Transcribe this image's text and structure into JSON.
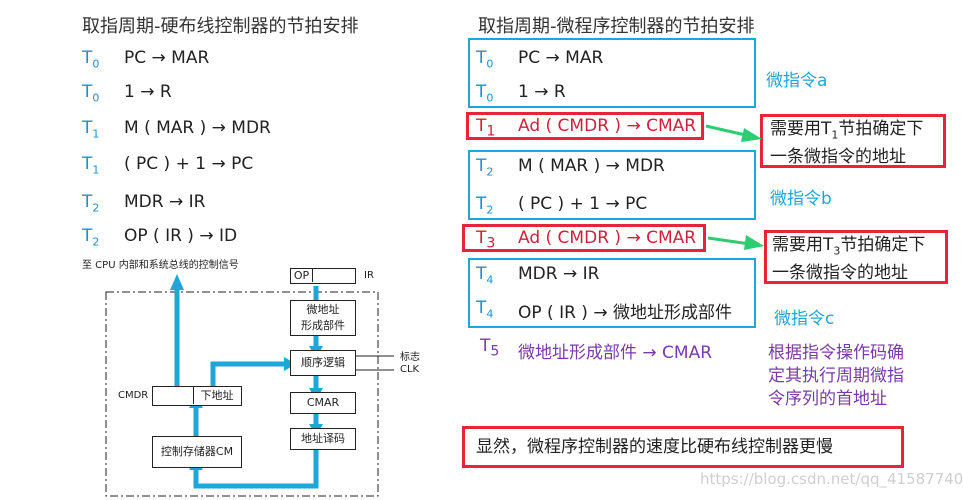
{
  "left": {
    "title": "取指周期-硬布线控制器的节拍安排",
    "rows": [
      {
        "t": "T",
        "sub": "0",
        "op": "PC → MAR"
      },
      {
        "t": "T",
        "sub": "0",
        "op": "1 → R"
      },
      {
        "t": "T",
        "sub": "1",
        "op": "M ( MAR ) → MDR"
      },
      {
        "t": "T",
        "sub": "1",
        "op": "( PC ) + 1 → PC"
      },
      {
        "t": "T",
        "sub": "2",
        "op": "MDR → IR"
      },
      {
        "t": "T",
        "sub": "2",
        "op": "OP ( IR ) → ID"
      }
    ],
    "diagram": {
      "top_label": "至 CPU 内部和系统总线的控制信号",
      "op_label": "OP",
      "ir_label": "IR",
      "micro_addr_gen": [
        "微地址",
        "形成部件"
      ],
      "seq_logic": "顺序逻辑",
      "flag_label": "标志",
      "clk_label": "CLK",
      "cmar_label": "CMAR",
      "addr_decode": "地址译码",
      "cmdr_label": "CMDR",
      "next_addr": "下地址",
      "cm_label": "控制存储器CM"
    }
  },
  "right": {
    "title": "取指周期-微程序控制器的节拍安排",
    "group_a": [
      {
        "t": "T",
        "sub": "0",
        "op": "PC → MAR"
      },
      {
        "t": "T",
        "sub": "0",
        "op": "1 → R"
      }
    ],
    "label_a": "微指令a",
    "red1": {
      "t": "T",
      "sub": "1",
      "op": "Ad ( CMDR ) → CMAR"
    },
    "note1": {
      "line1_pre": "需要用T",
      "line1_sub": "1",
      "line1_post": "节拍确定下",
      "line2": "一条微指令的地址"
    },
    "group_b": [
      {
        "t": "T",
        "sub": "2",
        "op": "M ( MAR ) → MDR"
      },
      {
        "t": "T",
        "sub": "2",
        "op": "( PC ) + 1 → PC"
      }
    ],
    "label_b": "微指令b",
    "red2": {
      "t": "T",
      "sub": "3",
      "op": "Ad ( CMDR ) → CMAR"
    },
    "note2": {
      "line1_pre": "需要用T",
      "line1_sub": "3",
      "line1_post": "节拍确定下",
      "line2": "一条微指令的地址"
    },
    "group_c": [
      {
        "t": "T",
        "sub": "4",
        "op": "MDR → IR"
      },
      {
        "t": "T",
        "sub": "4",
        "op": "OP ( IR ) → 微地址形成部件"
      }
    ],
    "label_c": "微指令c",
    "t5": {
      "t": "T",
      "sub": "5",
      "op": "微地址形成部件 → CMAR"
    },
    "purple_note": [
      "根据指令操作码确",
      "定其执行周期微指",
      "令序列的首地址"
    ],
    "conclusion": "显然，微程序控制器的速度比硬布线控制器更慢",
    "watermark": "https://blog.csdn.net/qq_41587740"
  },
  "colors": {
    "blue": "#1fa6d8",
    "red": "#e8233a",
    "green": "#2ecc71",
    "purple": "#7a3aa8"
  }
}
